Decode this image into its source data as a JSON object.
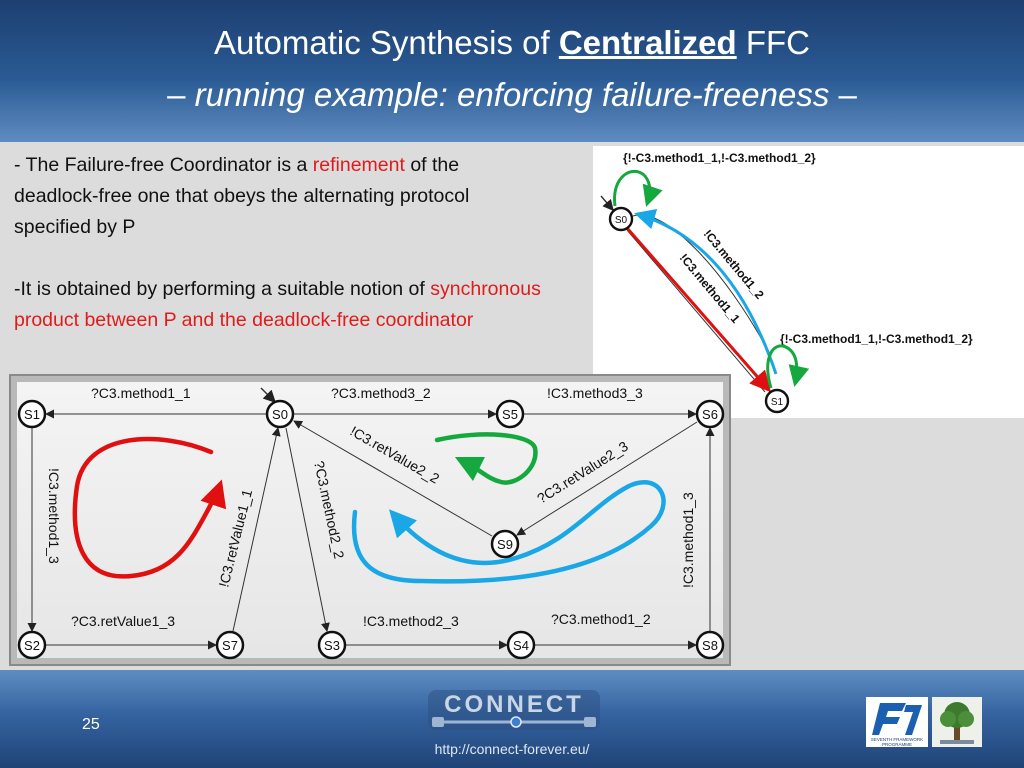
{
  "title": {
    "line1_prefix": "Automatic Synthesis of ",
    "line1_emphasis": "Centralized",
    "line1_suffix": " FFC",
    "line2_dash_open": "– ",
    "line2_italic": "running example: enforcing failure-freeness",
    "line2_dash_close": " –"
  },
  "body": {
    "p1_a": "- The Failure-free Coordinator is a ",
    "p1_red": "refinement",
    "p1_b": " of the deadlock-free one that obeys the alternating protocol specified by P",
    "p2_a": "-It is obtained by performing a suitable notion of ",
    "p2_red": "synchronous product between P and the deadlock-free coordinator"
  },
  "top_diagram": {
    "label_top": "{!-C3.method1_1,!-C3.method1_2}",
    "label_bottom": "{!-C3.method1_1,!-C3.method1_2}",
    "state_s0": "S0",
    "state_s1": "S1",
    "edge_a": "!C3.method1_2",
    "edge_b": "!C3.method1_1"
  },
  "main_diagram": {
    "states": {
      "s0": "S0",
      "s1": "S1",
      "s2": "S2",
      "s3": "S3",
      "s4": "S4",
      "s5": "S5",
      "s6": "S6",
      "s7": "S7",
      "s8": "S8",
      "s9": "S9"
    },
    "edges": {
      "s0_s1": "?C3.method1_1",
      "s0_s5": "?C3.method3_2",
      "s5_s6": "!C3.method3_3",
      "s1_s2": "!C3.method1_3",
      "s2_s7": "?C3.retValue1_3",
      "s7_s0": "!C3.retValue1_1",
      "s0_s3": "?C3.method2_2",
      "s3_s4": "!C3.method2_3",
      "s4_s8": "?C3.method1_2",
      "s8_s6": "!C3.method1_3",
      "s9_s0": "!C3.retValue2_2",
      "s6_s9": "?C3.retValue2_3"
    }
  },
  "footer": {
    "page_number": "25",
    "logo_text": "CONNECT",
    "url": "http://connect-forever.eu/",
    "fp7_line1": "SEVENTH FRAMEWORK",
    "fp7_line2": "PROGRAMME"
  },
  "colors": {
    "red_loop": "#e01010",
    "blue_loop": "#1aa7e6",
    "green_loop": "#14a83e",
    "header_dark": "#1d3f70",
    "accent_red_text": "#e01b1b"
  }
}
